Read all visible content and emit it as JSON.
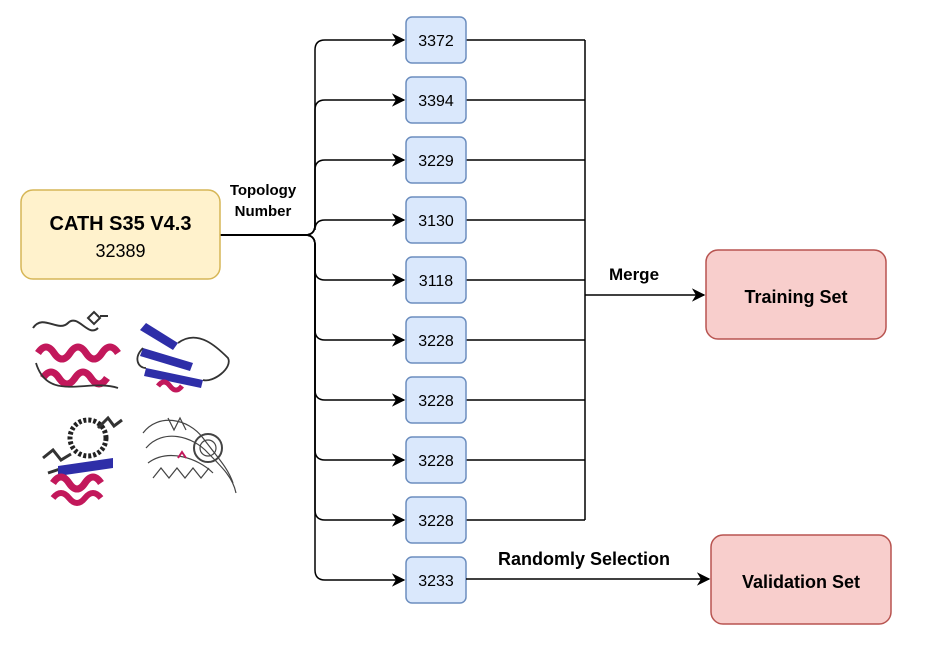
{
  "source": {
    "title": "CATH S35 V4.3",
    "count": "32389"
  },
  "edge_label": {
    "line1": "Topology",
    "line2": "Number"
  },
  "topologies": [
    "3372",
    "3394",
    "3229",
    "3130",
    "3118",
    "3228",
    "3228",
    "3228",
    "3228",
    "3233"
  ],
  "merge_label": "Merge",
  "selection_label": "Randomly Selection",
  "training": {
    "label": "Training Set"
  },
  "validation": {
    "label": "Validation Set"
  },
  "colors": {
    "source_fill": "#fff2cc",
    "source_stroke": "#d6b656",
    "topo_fill": "#dae8fc",
    "topo_stroke": "#6c8ebf",
    "target_fill": "#f8cecc",
    "target_stroke": "#b85450",
    "edge": "#000000",
    "helix": "#c2185b",
    "sheet": "#2e2ea8"
  },
  "images": [
    "alpha-helix-protein",
    "beta-sheet-protein",
    "mixed-protein-ligand",
    "rna-complex"
  ]
}
